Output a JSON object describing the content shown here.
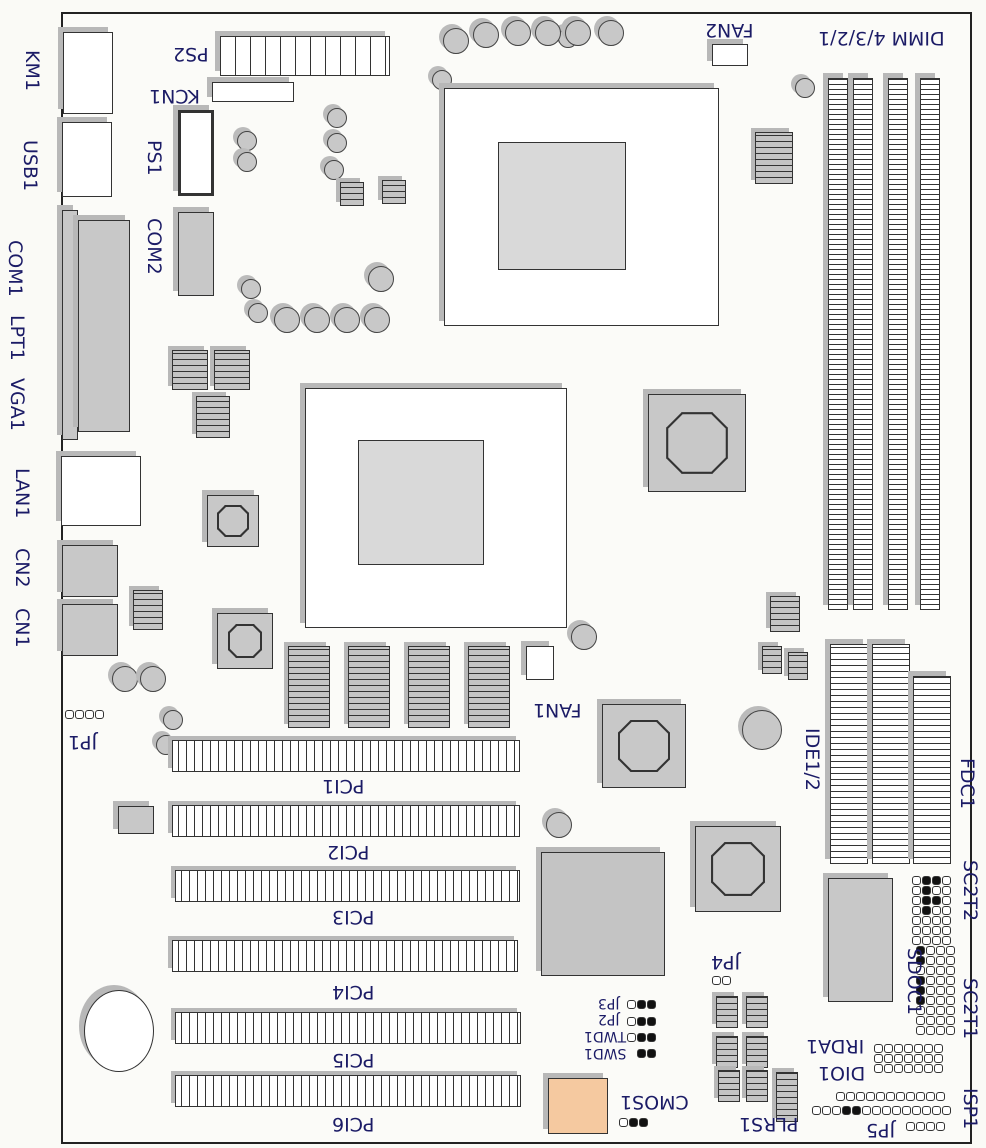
{
  "labels": {
    "km1": "KM1",
    "usb1": "USB1",
    "com1": "COM1",
    "lpt1": "LPT1",
    "vga1": "VGA1",
    "lan1": "LAN1",
    "cn2": "CN2",
    "cn1": "CN1",
    "ps2": "PS2",
    "kcn1": "KCN1",
    "ps1": "PS1",
    "com2": "COM2",
    "fan2": "FAN2",
    "dimm": "DIMM 4/3/2/1",
    "fan1": "FAN1",
    "jp1": "JP1",
    "pci1": "PCI1",
    "pci2": "PCI2",
    "pci3": "PCI3",
    "pci4": "PCI4",
    "pci5": "PCI5",
    "pci6": "PCI6",
    "ide": "IDE1/2",
    "fdc1": "FDC1",
    "sc2t2": "SC2T2",
    "sc2t1": "SC2T1",
    "sdoc1": "SDOC1",
    "irda1": "IRDA1",
    "dio1": "DIO1",
    "isp1": "ISP1",
    "jp5": "JP5",
    "plrs1": "PLRS1",
    "jp4": "JP4",
    "jp3": "JP3",
    "jp2": "JP2",
    "twd1": "TWD1",
    "swd1": "SWD1",
    "cmos1": "CMOS1"
  },
  "colors": {
    "label": "#1b1b66",
    "component": "#c8c8c8",
    "cmos_socket": "#f5c9a0"
  }
}
